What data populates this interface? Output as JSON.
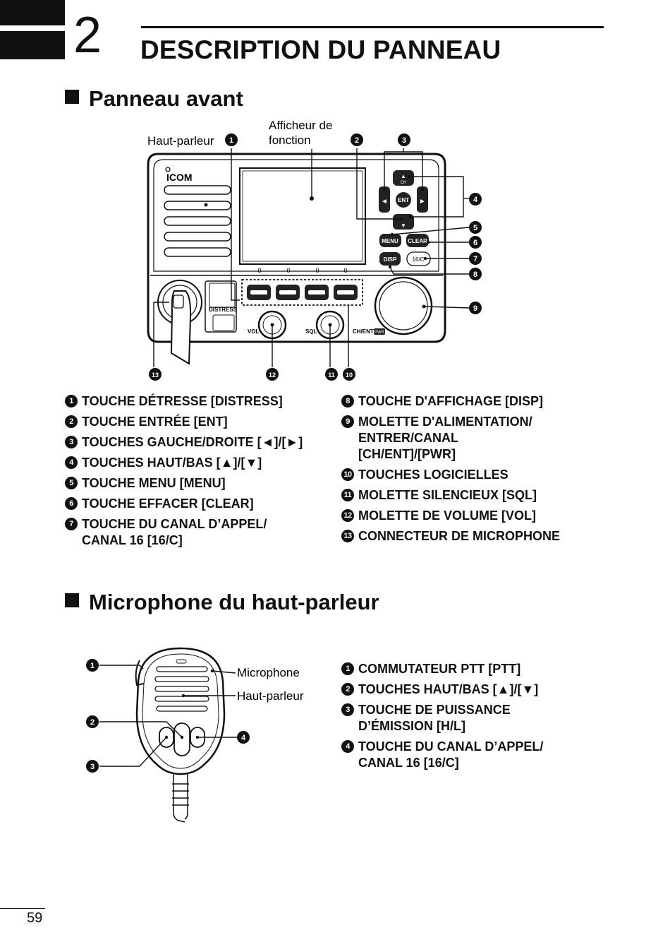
{
  "chapter": {
    "number": "2",
    "title": "DESCRIPTION DU PANNEAU"
  },
  "sections": {
    "front": {
      "title": "Panneau avant"
    },
    "mic": {
      "title": "Microphone du haut-parleur"
    }
  },
  "front_diagram": {
    "label_speaker": "Haut-parleur",
    "label_display_1": "Afficheur de",
    "label_display_2": "fonction",
    "brand": "ICOM",
    "distress": "DISTRESS",
    "vol": "VOL",
    "sql": "SQL",
    "chent": "CH/ENT",
    "pwr": "PWR",
    "btn_ent": "ENT",
    "btn_menu": "MENU",
    "btn_clear": "CLEAR",
    "btn_disp": "DISP",
    "btn_16c": "16/C",
    "btn_ch": "CH",
    "callouts": [
      "1",
      "2",
      "3",
      "4",
      "5",
      "6",
      "7",
      "8",
      "9",
      "10",
      "11",
      "12",
      "13"
    ]
  },
  "front_list_left": [
    {
      "num": "1",
      "text": "TOUCHE DÉTRESSE [DISTRESS]"
    },
    {
      "num": "2",
      "text": "TOUCHE ENTRÉE [ENT]"
    },
    {
      "num": "3",
      "text": "TOUCHES GAUCHE/DROITE [◄]/[►]"
    },
    {
      "num": "4",
      "text": "TOUCHES HAUT/BAS [▲]/[▼]"
    },
    {
      "num": "5",
      "text": "TOUCHE MENU [MENU]"
    },
    {
      "num": "6",
      "text": "TOUCHE EFFACER [CLEAR]"
    },
    {
      "num": "7",
      "text": "TOUCHE DU CANAL D’APPEL/ CANAL 16 [16/C]"
    }
  ],
  "front_list_right": [
    {
      "num": "8",
      "text": "TOUCHE D'AFFICHAGE [DISP]"
    },
    {
      "num": "9",
      "text": "MOLETTE D'ALIMENTATION/ ENTRER/CANAL [CH/ENT]/[PWR]"
    },
    {
      "num": "10",
      "text": "TOUCHES LOGICIELLES"
    },
    {
      "num": "11",
      "text": "MOLETTE SILENCIEUX [SQL]"
    },
    {
      "num": "12",
      "text": "MOLETTE DE VOLUME [VOL]"
    },
    {
      "num": "13",
      "text": "CONNECTEUR DE MICROPHONE"
    }
  ],
  "mic_diagram": {
    "label_mic": "Microphone",
    "label_speaker": "Haut-parleur",
    "callouts": [
      "1",
      "2",
      "3",
      "4"
    ]
  },
  "mic_list": [
    {
      "num": "1",
      "text": "COMMUTATEUR PTT [PTT]"
    },
    {
      "num": "2",
      "text": "TOUCHES HAUT/BAS [▲]/[▼]"
    },
    {
      "num": "3",
      "text": "TOUCHE DE PUISSANCE D’ÉMISSION [H/L]"
    },
    {
      "num": "4",
      "text": "TOUCHE DU CANAL D’APPEL/ CANAL 16 [16/C]"
    }
  ],
  "page_number": "59"
}
